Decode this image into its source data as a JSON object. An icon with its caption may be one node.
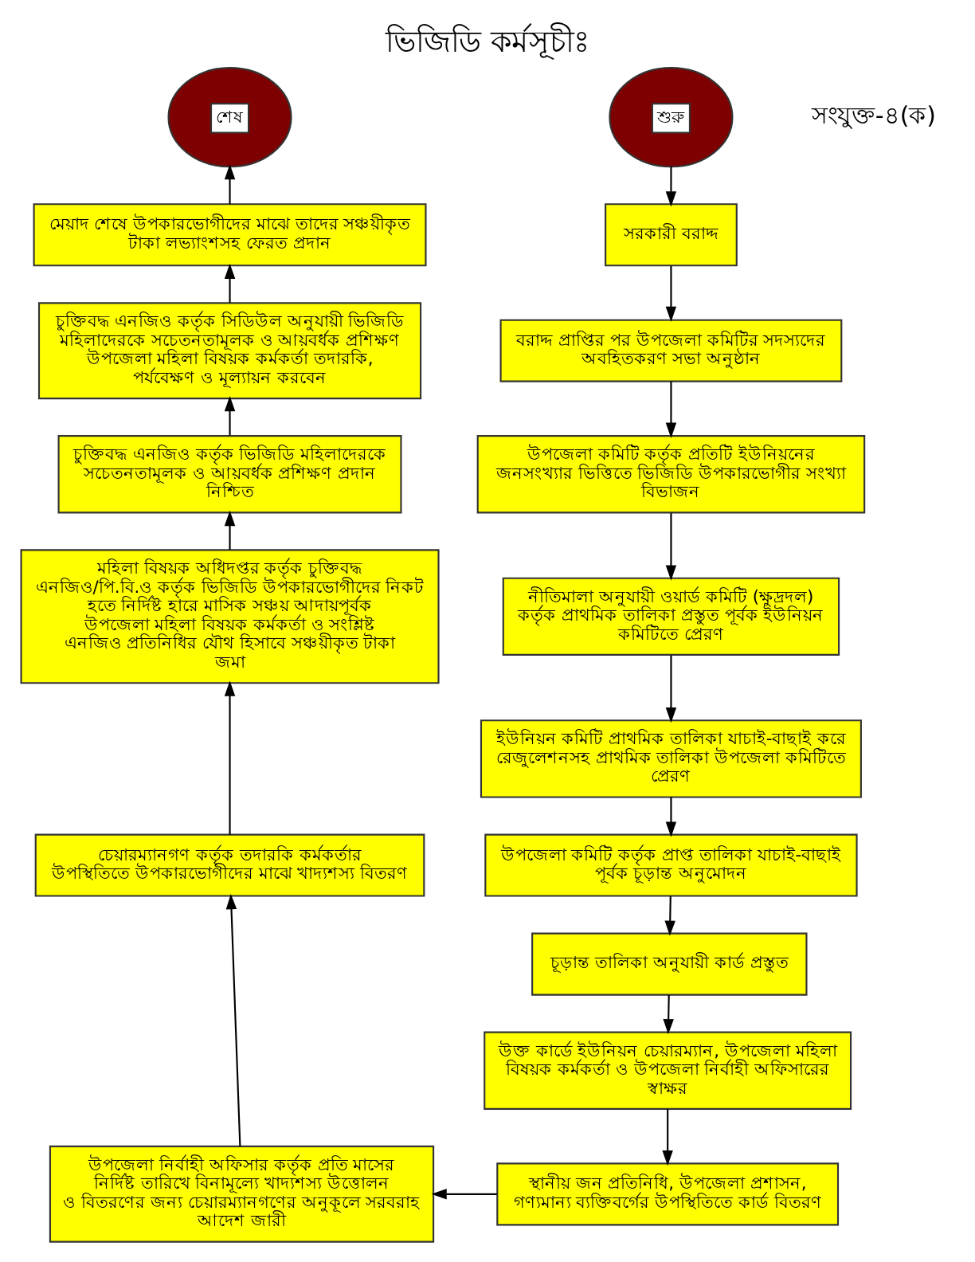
{
  "diagram": {
    "title": "ভিজিডি কর্মসূচীঃ",
    "nodes": [
      {
        "text": [
          "শুরু"
        ]
      },
      {
        "text": [
          "সরকারী বরাদ্দ"
        ]
      },
      {
        "text": [
          "বরাদ্দ প্রাপ্তির পর উপজেলা কমিটির সদস্যদের অবহিতকরণ সভা অনুষ্ঠান"
        ]
      },
      {
        "text": [
          "উপজেলা কমিটি কর্তৃক প্রতিটি ইউনিয়নের জনসংখ্যার ভিত্তিতে ভিজিডি উপকারভোগীর সংখ্যা বিভাজন"
        ]
      },
      {
        "text": [
          "নীতিমালা অনুযায়ী ওয়ার্ড কমিটি (ক্ষুদ্রদল) কর্তৃক প্রাথমিক তালিকা প্রস্তুত পূর্বক ইউনিয়ন কমিটিতে প্রেরণ"
        ]
      },
      {
        "text": [
          "ইউনিয়ন কমিটি প্রাথমিক তালিকা যাচাই-বাছাই করে রেজুলেশনসহ প্রাথমিক তালিকা উপজেলা কমিটিতে প্রেরণ"
        ]
      },
      {
        "text": [
          "উপজেলা কমিটি কর্তৃক প্রাপ্ত তালিকা যাচাই-বাছাই পূর্বক চূড়ান্ত অনুমোদন"
        ]
      },
      {
        "text": [
          "চূড়ান্ত তালিকা অনুযায়ী কার্ড প্রস্তুত"
        ]
      },
      {
        "text": [
          "উক্ত কার্ডে ইউনিয়ন চেয়ারম্যান, উপজেলা মহিলা বিষয়ক কর্মকর্তা ও উপজেলা নির্বাহী অফিসারের স্বাক্ষর"
        ]
      },
      {
        "text": [
          "স্থানীয় জন প্রতিনিধি, উপজেলা প্রশাসন, গণ্যমান্য ব্যক্তিবর্গের উপস্থিতিতে কার্ড বিতরণ"
        ]
      },
      {
        "text": [
          "উপজেলা নির্বাহী অফিসার কর্তৃক প্রতি মাসের নির্দিষ্ট তারিখে বিনামূল্যে খাদ্যশস্য উত্তোলন ও বিতরণের জন্য চেয়ারম্যানগণের অনুকূলে সরবরাহ আদেশ জারী"
        ]
      },
      {
        "text": [
          "চেয়ারম্যানগণ কর্তৃক তদারকি কর্মকর্তার উপস্থিতিতে উপকারভোগীদের মাঝে খাদ্যশস্য বিতরণ"
        ]
      },
      {
        "text": [
          "মহিলা বিষয়ক অধিদপ্তর কর্তৃক চুক্তিবদ্ধ এনজিও/পি.বি.ও কর্তৃক ভিজিডি উপকারভোগীদের নিকট হতে নির্দিষ্ট হারে মাসিক সঞ্চয় আদায়পূর্বক উপজেলা মহিলা বিষয়ক কর্মকর্তা ও সংশ্লিষ্ট এনজিও প্রতিনিধির যৌথ হিসাবে সঞ্চয়ীকৃত টাকা জমা"
        ]
      },
      {
        "text": [
          "চুক্তিবদ্ধ এনজিও কর্তৃক ভিজিডি মহিলাদেরকে সচেতনতামূলক ও আয়বর্ধক প্রশিক্ষণ প্রদান নিশ্চিত"
        ]
      },
      {
        "text": [
          "চুক্তিবদ্ধ এনজিও কর্তৃক সিডিউল অনুযায়ী ভিজিডি মহিলাদেরকে সচেতনতামূলক ও আয়বর্ধক প্রশিক্ষণ উপজেলা মহিলা বিষয়ক কর্মকর্তা তদারকি, পর্যবেক্ষণ ও মূল্যায়ন করবেন"
        ]
      },
      {
        "text": [
          "মেয়াদ শেষে উপকারভোগীদের মাঝে তাদের সঞ্চয়ীকৃত টাকা লভ্যাংশসহ ফেরত প্রদান"
        ]
      },
      {
        "text": [
          "শেষ"
        ]
      }
    ],
    "edges": [
      {
        "from": 0,
        "to": 1,
        "arrow": "to"
      },
      {
        "from": 1,
        "to": 2,
        "arrow": "to"
      },
      {
        "from": 2,
        "to": 3,
        "arrow": "to"
      },
      {
        "from": 3,
        "to": 4,
        "arrow": "to"
      },
      {
        "from": 4,
        "to": 5,
        "arrow": "to"
      },
      {
        "from": 5,
        "to": 6,
        "arrow": "to"
      },
      {
        "from": 6,
        "to": 7,
        "arrow": "to"
      },
      {
        "from": 7,
        "to": 8,
        "arrow": "to"
      },
      {
        "from": 8,
        "to": 9,
        "arrow": "to"
      },
      {
        "from": 9,
        "to": 10,
        "arrow": "to"
      },
      {
        "from": 10,
        "to": 11,
        "arrow": "to"
      },
      {
        "from": 11,
        "to": 12,
        "arrow": "to"
      },
      {
        "from": 12,
        "to": 13,
        "arrow": "to"
      },
      {
        "from": 13,
        "to": 14,
        "arrow": "to"
      },
      {
        "from": 14,
        "to": 15,
        "arrow": "to"
      },
      {
        "from": 15,
        "to": 16,
        "arrow": "to"
      }
    ],
    "labels": [
      "সংযুক্ত-৪(ক)"
    ]
  }
}
